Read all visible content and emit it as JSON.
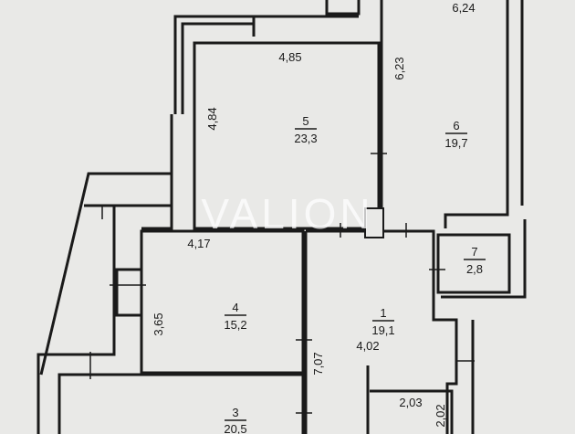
{
  "watermark": "VALION",
  "rooms": [
    {
      "number": "1",
      "area": "19,1"
    },
    {
      "number": "3",
      "area": "20,5"
    },
    {
      "number": "4",
      "area": "15,2"
    },
    {
      "number": "5",
      "area": "23,3"
    },
    {
      "number": "6",
      "area": "19,7"
    },
    {
      "number": "7",
      "area": "2,8"
    }
  ],
  "dimensions": {
    "room5_width": "4,85",
    "room5_height": "4,84",
    "room6_length": "6,23",
    "room6_width": "6,24",
    "room4_width": "4,17",
    "room4_height": "3,65",
    "room1_width": "4,02",
    "corridor_length": "7,07",
    "small_room_width": "2,03",
    "small_room_height": "2,02"
  }
}
